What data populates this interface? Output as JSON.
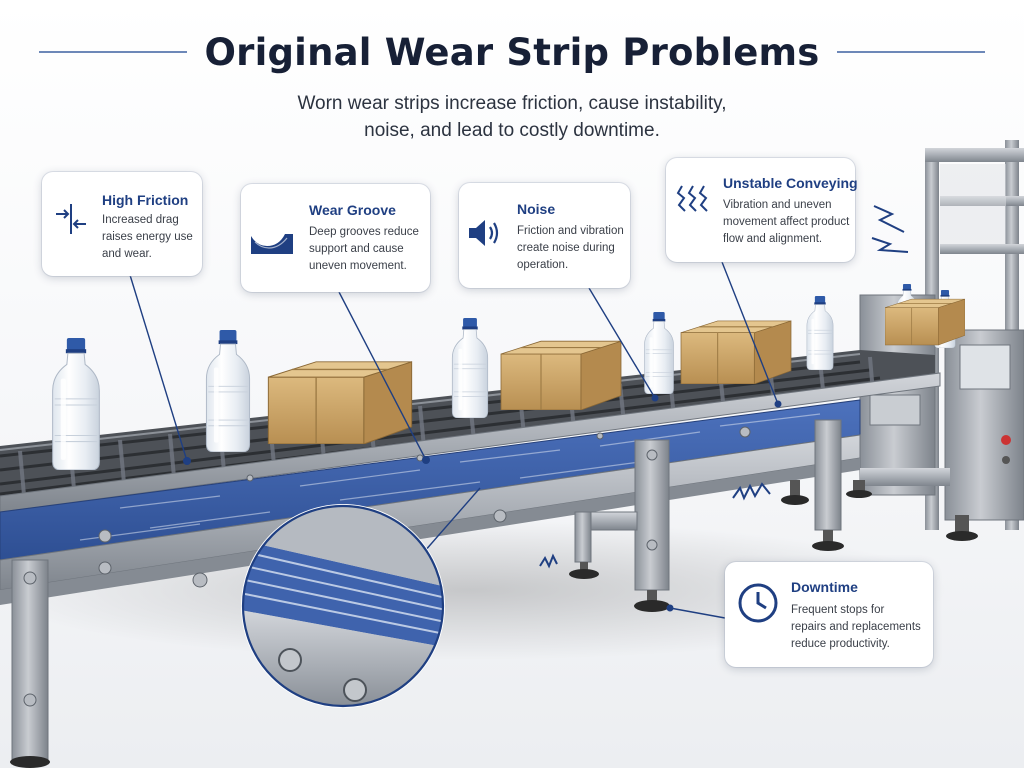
{
  "header": {
    "title": "Original Wear Strip Problems",
    "subtitle_lines": [
      "Worn wear strips increase friction, cause instability,",
      "noise, and lead to costly downtime."
    ]
  },
  "callouts": {
    "high_friction": {
      "title": "High Friction",
      "lines": [
        "Increased drag",
        "raises energy use",
        "and wear."
      ]
    },
    "wear_groove": {
      "title": "Wear Groove",
      "lines": [
        "Deep grooves reduce",
        "support and cause",
        "uneven movement."
      ]
    },
    "noise": {
      "title": "Noise",
      "lines": [
        "Friction and vibration",
        "create noise during",
        "operation."
      ]
    },
    "unstable_conveying": {
      "title": "Unstable Conveying",
      "lines": [
        "Vibration and uneven",
        "movement affect product",
        "flow and alignment."
      ]
    },
    "downtime": {
      "title": "Downtime",
      "lines": [
        "Frequent stops for",
        "repairs and replacements",
        "reduce productivity."
      ]
    }
  },
  "colors": {
    "title": "#172036",
    "accent_blue": "#1f3f82",
    "wear_strip_blue": "#3f63ad",
    "steel": "#9ea3aa",
    "cardboard": "#cfa86b"
  },
  "icons": {
    "high_friction": "opposing-arrows-friction-icon",
    "wear_groove": "groove-profile-icon",
    "noise": "speaker-icon",
    "unstable_conveying": "vibration-wave-icon",
    "downtime": "clock-icon"
  }
}
